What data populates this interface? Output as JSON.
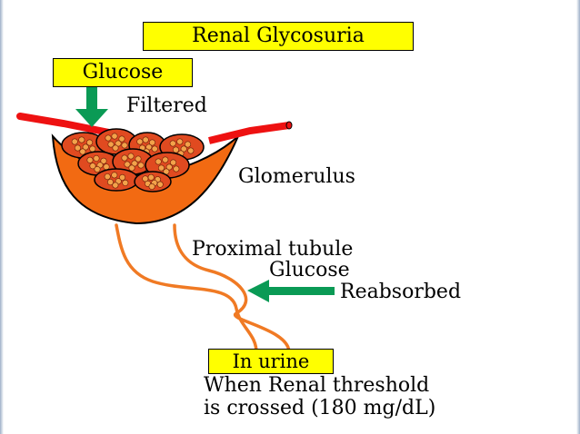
{
  "title": "Renal Glycosuria",
  "labels": {
    "glucose": "Glucose",
    "filtered": "Filtered",
    "glomerulus": "Glomerulus",
    "proximal_tubule": "Proximal tubule",
    "tubule_glucose": "Glucose",
    "reabsorbed": "Reabsorbed",
    "in_urine": "In urine",
    "threshold_line1": "When Renal threshold",
    "threshold_line2": "is crossed (180 mg/dL)"
  },
  "colors": {
    "label_fill": "#ffff00",
    "arrow": "#0a9a55",
    "vessel": "#ee1111",
    "capsule": "#f26a12",
    "tubule": "#f07a24",
    "capillary_fill": "#e04a20",
    "capillary_dot": "#f3a24a"
  }
}
